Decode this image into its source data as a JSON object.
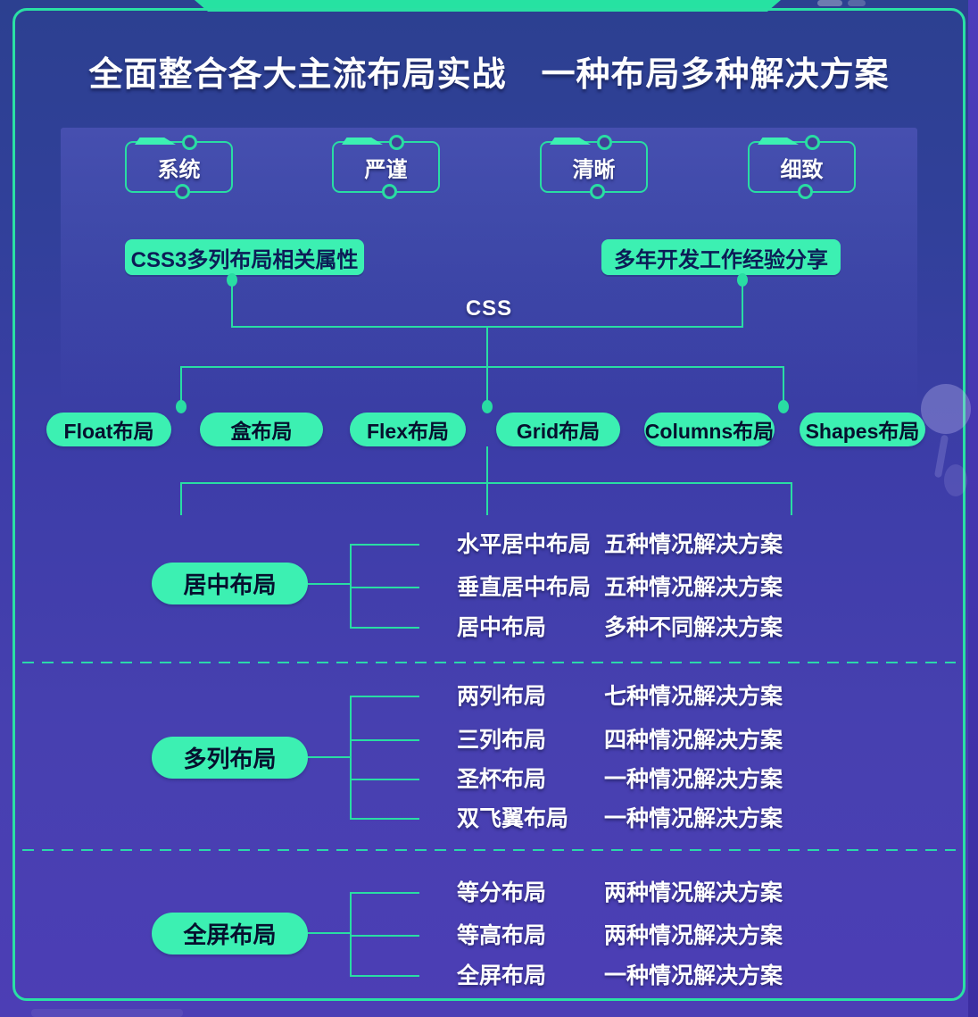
{
  "title": "全面整合各大主流布局实战　一种布局多种解决方案",
  "tags": [
    {
      "label": "系统"
    },
    {
      "label": "严谨"
    },
    {
      "label": "清晰"
    },
    {
      "label": "细致"
    }
  ],
  "feature_boxes": [
    {
      "label": "CSS3多列布局相关属性"
    },
    {
      "label": "多年开发工作经验分享"
    }
  ],
  "root_label": "CSS",
  "layout_pills": [
    {
      "label": "Float布局"
    },
    {
      "label": "盒布局"
    },
    {
      "label": "Flex布局"
    },
    {
      "label": "Grid布局"
    },
    {
      "label": "Columns布局"
    },
    {
      "label": "Shapes布局"
    }
  ],
  "groups": [
    {
      "label": "居中布局",
      "rows": [
        {
          "name": "水平居中布局",
          "solution": "五种情况解决方案"
        },
        {
          "name": "垂直居中布局",
          "solution": "五种情况解决方案"
        },
        {
          "name": "居中布局",
          "solution": "多种不同解决方案"
        }
      ]
    },
    {
      "label": "多列布局",
      "rows": [
        {
          "name": "两列布局",
          "solution": "七种情况解决方案"
        },
        {
          "name": "三列布局",
          "solution": "四种情况解决方案"
        },
        {
          "name": "圣杯布局",
          "solution": "一种情况解决方案"
        },
        {
          "name": "双飞翼布局",
          "solution": "一种情况解决方案"
        }
      ]
    },
    {
      "label": "全屏布局",
      "rows": [
        {
          "name": "等分布局",
          "solution": "两种情况解决方案"
        },
        {
          "name": "等高布局",
          "solution": "两种情况解决方案"
        },
        {
          "name": "全屏布局",
          "solution": "一种情况解决方案"
        }
      ]
    }
  ],
  "colors": {
    "accent_line": "#29dda3",
    "accent_fill": "#3cf0b2",
    "background_top": "#2c4090",
    "background_bottom": "#4c3eb5",
    "text_light": "#ffffff",
    "text_dark": "#0c1c56"
  }
}
